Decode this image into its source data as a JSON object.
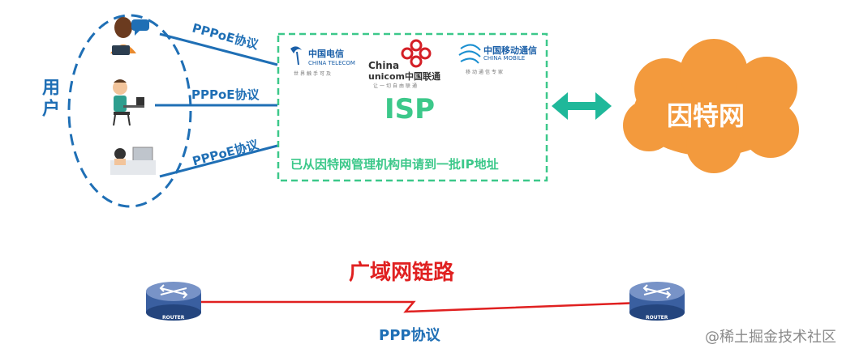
{
  "users": {
    "label": "用户"
  },
  "links": [
    {
      "label": "PPPoE协议"
    },
    {
      "label": "PPPoE协议"
    },
    {
      "label": "PPPoE协议"
    }
  ],
  "isp": {
    "title": "ISP",
    "description": "已从因特网管理机构申请到一批IP地址",
    "logos": [
      {
        "cn": "中国电信",
        "en": "CHINA TELECOM",
        "slogan": "世界触手可及"
      },
      {
        "cn": "unicom中国联通",
        "en": "China",
        "slogan": "让一切自由联通"
      },
      {
        "cn": "中国移动通信",
        "en": "CHINA MOBILE",
        "slogan": "移动通信专家"
      }
    ]
  },
  "internet": {
    "label": "因特网"
  },
  "wan": {
    "label": "广域网链路",
    "protocol": "PPP协议"
  },
  "routers": [
    {
      "caption": "ROUTER"
    },
    {
      "caption": "ROUTER"
    }
  ],
  "credit": "@稀土掘金技术社区",
  "colors": {
    "blue": "#1f6fb5",
    "green": "#3cc88a",
    "orange": "#f39a3d",
    "red": "#e02020"
  }
}
